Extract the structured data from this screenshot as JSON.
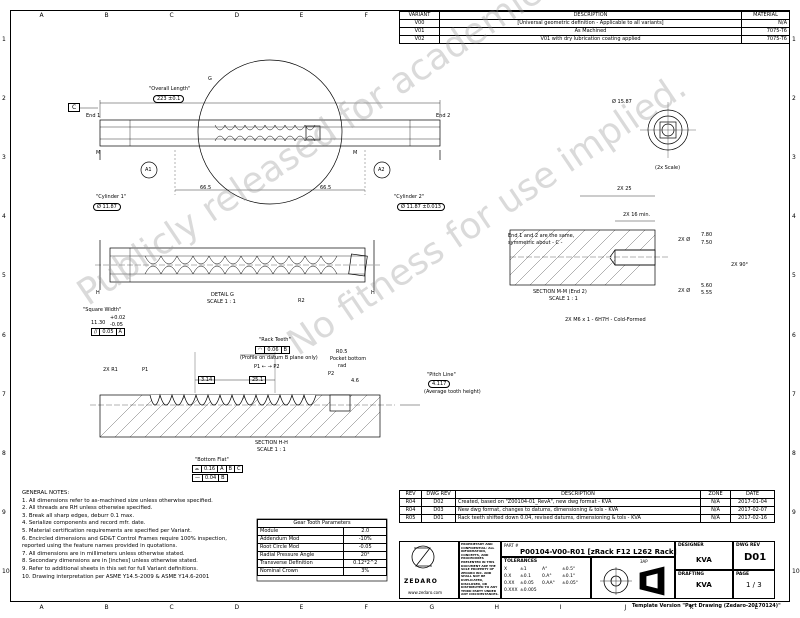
{
  "zones": {
    "top": [
      "A",
      "B",
      "C",
      "D",
      "E",
      "F",
      "G",
      "H",
      "I",
      "J",
      "K",
      "L"
    ],
    "side": [
      "1",
      "2",
      "3",
      "4",
      "5",
      "6",
      "7",
      "8",
      "9",
      "10"
    ]
  },
  "variant_table": {
    "headers": [
      "VARIANT",
      "DESCRIPTION",
      "MATERIAL"
    ],
    "rows": [
      [
        "V00",
        "[Universal geometric definition - Applicable to all variants]",
        "N/A"
      ],
      [
        "V01",
        "As Machined",
        "7075-T6"
      ],
      [
        "V02",
        "V01 with dry lubrication coating applied",
        "7075-T6"
      ]
    ]
  },
  "views": {
    "overall_length_label": "\"Overall Length\"",
    "overall_length_value": "223 ±0.1",
    "datum_c": "C",
    "end1": "End 1",
    "end2": "End 2",
    "g": "G",
    "a1": "A1",
    "a2": "A2",
    "dim_66_left": "66.5",
    "dim_66_right": "66.5",
    "cyl1_label": "\"Cylinder 1\"",
    "cyl1_value": "Ø 11.87",
    "cyl2_label": "\"Cylinder 2\"",
    "cyl2_value": "Ø 11.87 ±0.013",
    "m_left": "M",
    "m_right": "M",
    "dia_1587": "Ø 15.87",
    "scale_2x": "(2x Scale)",
    "h_left": "H",
    "h_right": "H",
    "r2": "R2",
    "detail_g": "DETAIL G",
    "scale_detail": "SCALE 1 : 1",
    "square_width_label": "\"Square Width\"",
    "square_width_plus": "+0.02",
    "square_width_nom": "11.30",
    "square_width_minus": "-0.05",
    "square_fcf": [
      "//",
      "0.05",
      "A"
    ],
    "end_note": "End 1 and 2 are the same,",
    "end_note2": "symmetric about - C -",
    "dim_2x25": "2X 25",
    "dim_2x16": "2X 16 min.",
    "dim_780": "7.80",
    "dim_750": "7.50",
    "dim_2x_phi_a": "2X Ø",
    "dim_560": "5.60",
    "dim_555": "5.55",
    "dim_2x_phi_b": "2X Ø",
    "dim_2x90": "2X 90°",
    "section_mm": "SECTION M-M (End 2)",
    "section_mm_scale": "SCALE 1 : 1",
    "thread_note": "2X M6 x 1 - 6H7H - Cold-Formed",
    "rack_teeth_label": "\"Rack Teeth\"",
    "rack_teeth_fcf": [
      "◠",
      "0.06",
      "B"
    ],
    "rack_teeth_note": "(Profile on datum B plane only)",
    "p1_p2": "P1 ← → P2",
    "r05": "R0.5",
    "pocket": "Pocket bottom",
    "rad": "rad",
    "dim_314": "3.14",
    "dim_251": "25.1",
    "dim_46": "4.6",
    "twox_r1": "2X R1",
    "p1": "P1",
    "p2": "P2",
    "pitch_line_label": "\"Pitch Line\"",
    "pitch_line_value": "4.117",
    "pitch_line_note": "(Average tooth height)",
    "section_hh": "SECTION H-H",
    "section_hh_scale": "SCALE 1 : 1",
    "bottom_flat_label": "\"Bottom Flat\"",
    "bottom_flat_fcf1": [
      "⌓",
      "0.16",
      "A",
      "B",
      "C"
    ],
    "bottom_flat_fcf2": [
      "—",
      "0.04",
      "B"
    ]
  },
  "general_notes": {
    "title": "GENERAL NOTES:",
    "items": [
      "1.  All dimensions refer to as-machined size unless otherwise specified.",
      "2.  All threads are RH unless otherwise specified.",
      "3.  Break all sharp edges, deburr 0.1 max.",
      "4.  Serialize components and record mfr. date.",
      "5.  Material certification requirements are specified per Variant.",
      "6.  Encircled dimensions and GD&T Control Frames require 100% inspection,",
      "     reported using the feature names provided in quotations.",
      "7.  All dimensions are in millimeters unless otherwise stated.",
      "8.  Secondary dimensions are in [inches] unless otherwise stated.",
      "9.  Refer to additional sheets in this set for full Variant definitions.",
      "10. Drawing interpretation per ASME Y14.5-2009 & ASME Y14.6-2001"
    ]
  },
  "gear_table": {
    "title": "Gear Tooth Parameters",
    "rows": [
      [
        "Module",
        "2.0"
      ],
      [
        "Addendum Mod",
        "-10%"
      ],
      [
        "Root Circle Mod",
        "-0.05"
      ],
      [
        "Radial Pressure Angle",
        "20°"
      ],
      [
        "Transverse Definition",
        "0.12*2^2"
      ],
      [
        "Nominal Crown",
        "3%"
      ]
    ]
  },
  "revision_table": {
    "headers": [
      "REV",
      "DWG REV",
      "DESCRIPTION",
      "ZONE",
      "DATE"
    ],
    "rows": [
      [
        "R04",
        "D02",
        "Created, based on \"Z00104-01_RevA\", new dwg format - KVA",
        "N/A",
        "2017-01-04"
      ],
      [
        "R04",
        "D03",
        "New dwg format, changes to datums, dimensioning & tols - KVA",
        "N/A",
        "2017-02-07"
      ],
      [
        "R05",
        "D01",
        "Rack teeth shifted down 0.04, revised datums, dimensioning & tols - KVA",
        "N/A",
        "2017-02-16"
      ]
    ]
  },
  "title_block": {
    "proprietary": "PROPRIETARY AND CONFIDENTIAL: ALL INFORMATION, CONCEPTS, AND PROCEDURES PRESENTED IN THIS DOCUMENT ARE THE SOLE PROPERTY OF ZEDARO INC. AND SHALL NOT BE DUPLICATED, DISCLOSED, OR DISTRIBUTED TO ANY THIRD PARTY UNDER ANY CIRCUMSTANCES.",
    "logo": "ZEDARO",
    "website": "www.zedaro.com",
    "part_label": "PART #",
    "part_number": "P00104-V00-R01 [zRack F12 L262 Rack]",
    "tolerances_label": "TOLERANCES",
    "tol_rows": [
      [
        "X",
        "±1",
        "A°",
        "±0.5°"
      ],
      [
        "0.X",
        "±0.1",
        "0.A°",
        "±0.1°"
      ],
      [
        "0.XX",
        "±0.05",
        "0.AA°",
        "±0.05°"
      ],
      [
        "0.XXX",
        "±0.005",
        "",
        ""
      ]
    ],
    "projection": "3AP",
    "designer_label": "DESIGNER",
    "designer": "KVA",
    "dwg_rev_label": "DWG REV",
    "dwg_rev": "D01",
    "drafting_label": "DRAFTING",
    "drafting": "KVA",
    "page_label": "PAGE",
    "page": "1 / 3"
  },
  "template_version": "Template Version \"Part Drawing (Zedaro-20170124)\"",
  "watermark_1": "Publicly released for academic reference only.",
  "watermark_2": "No fitness for use implied."
}
